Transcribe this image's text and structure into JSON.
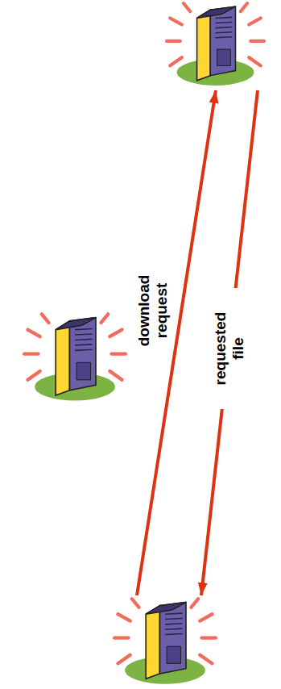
{
  "diagram": {
    "nodes": [
      {
        "text": []
      },
      {
        "text": []
      },
      {
        "text": []
      }
    ],
    "edges": [
      {
        "from": 2,
        "to": 0,
        "arrow": "to",
        "label": "download request"
      },
      {
        "from": 0,
        "to": 2,
        "arrow": "to",
        "label": "requested file"
      }
    ]
  }
}
